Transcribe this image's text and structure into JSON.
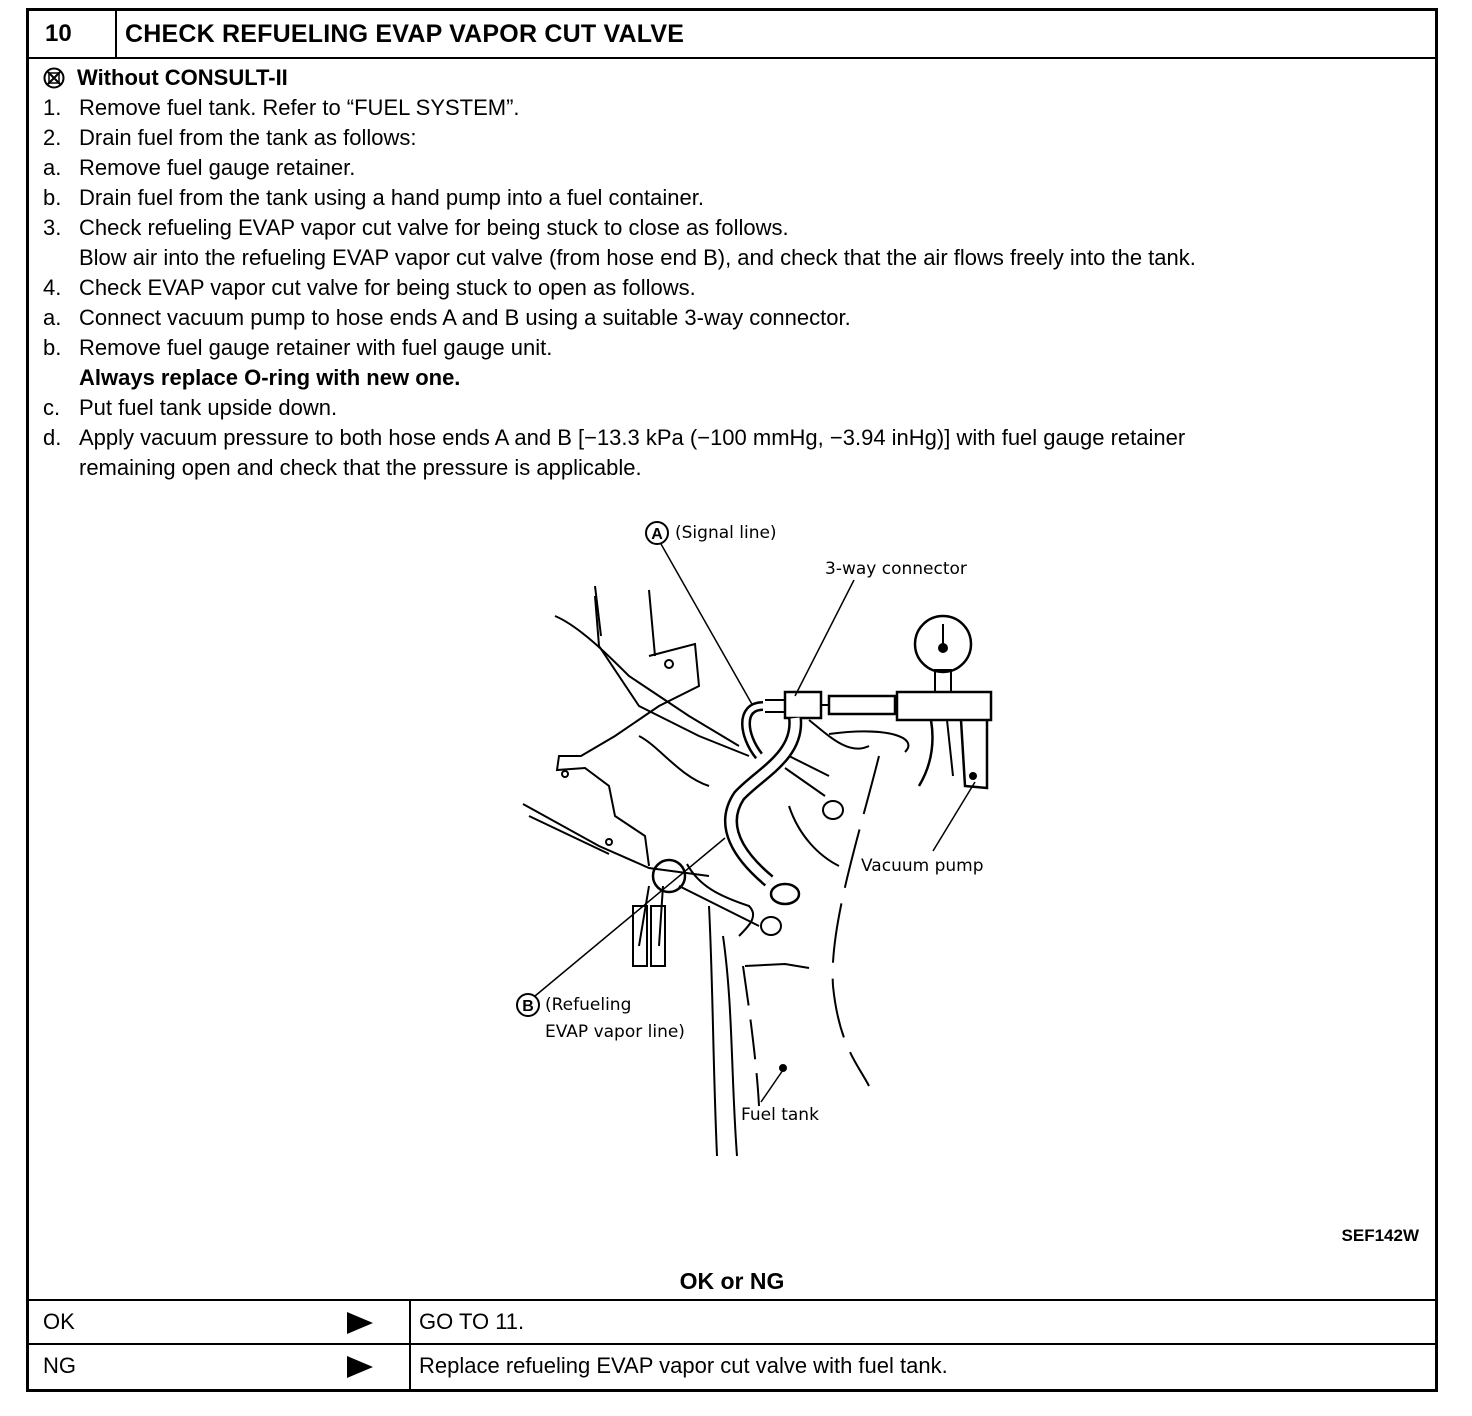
{
  "step": {
    "number": "10",
    "title": "CHECK REFUELING EVAP VAPOR CUT VALVE"
  },
  "mode": {
    "icon": "no-consult-icon",
    "label": "Without CONSULT-II"
  },
  "instructions": [
    {
      "marker": "1.",
      "text": "Remove fuel tank. Refer to “FUEL SYSTEM”.",
      "bold": false
    },
    {
      "marker": "2.",
      "text": "Drain fuel from the tank as follows:",
      "bold": false
    },
    {
      "marker": "a.",
      "text": "Remove fuel gauge retainer.",
      "bold": false
    },
    {
      "marker": "b.",
      "text": "Drain fuel from the tank using a hand pump into a fuel container.",
      "bold": false
    },
    {
      "marker": "3.",
      "text": "Check refueling EVAP vapor cut valve for being stuck to close as follows.",
      "bold": false
    },
    {
      "marker": "",
      "text": "Blow air into the refueling EVAP vapor cut valve (from hose end B), and check that the air flows freely into the tank.",
      "bold": false
    },
    {
      "marker": "4.",
      "text": "Check EVAP vapor cut valve for being stuck to open as follows.",
      "bold": false
    },
    {
      "marker": "a.",
      "text": "Connect vacuum pump to hose ends A and B using a suitable 3-way connector.",
      "bold": false
    },
    {
      "marker": "b.",
      "text": "Remove fuel gauge retainer with fuel gauge unit.",
      "bold": false
    },
    {
      "marker": "",
      "text": "Always replace O-ring with new one.",
      "bold": true
    },
    {
      "marker": "c.",
      "text": "Put fuel tank upside down.",
      "bold": false
    },
    {
      "marker": "d.",
      "text": "Apply vacuum pressure to both hose ends A and B [−13.3 kPa (−100 mmHg, −3.94 inHg)] with fuel gauge retainer",
      "bold": false
    },
    {
      "marker": "",
      "text": "remaining open and check that the pressure is applicable.",
      "bold": false
    }
  ],
  "diagram": {
    "callout_a_letter": "A",
    "callout_a_text": "(Signal  line)",
    "connector_label": "3-way  connector",
    "pump_label": "Vacuum  pump",
    "callout_b_letter": "B",
    "callout_b_text_1": "(Refueling",
    "callout_b_text_2": "EVAP  vapor  line)",
    "tank_label": "Fuel  tank",
    "figure_code": "SEF142W"
  },
  "result": {
    "heading": "OK or NG",
    "rows": [
      {
        "label": "OK",
        "action": "GO TO 11."
      },
      {
        "label": "NG",
        "action": "Replace refueling EVAP vapor cut valve with fuel tank."
      }
    ]
  }
}
